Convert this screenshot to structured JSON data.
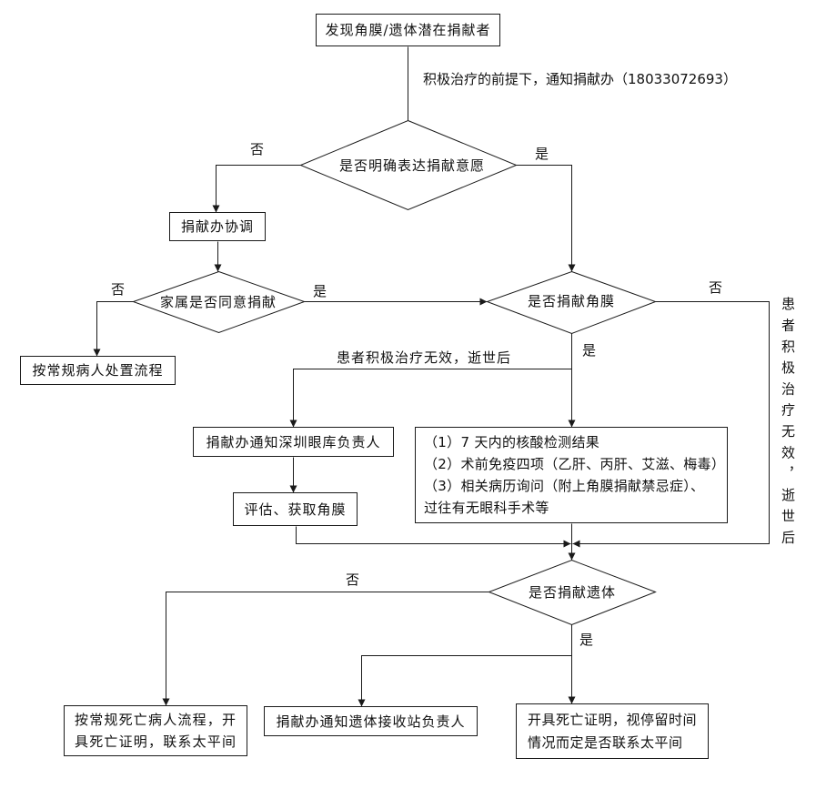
{
  "flowchart": {
    "start": "发现角膜/遗体潜在捐献者",
    "notify_note": "积极治疗的前提下，通知捐献办（18033072693）",
    "decision_intent": "是否明确表达捐献意愿",
    "coordinate": "捐献办协调",
    "decision_family": "家属是否同意捐献",
    "routine_patient": "按常规病人处置流程",
    "decision_cornea": "是否捐献角膜",
    "after_death_note": "患者积极治疗无效，逝世后",
    "notify_eye_bank": "捐献办通知深圳眼库负责人",
    "assess_cornea": "评估、获取角膜",
    "checklist": [
      "（1）7 天内的核酸检测结果",
      "（2）术前免疫四项（乙肝、丙肝、艾滋、梅毒）",
      "（3）相关病历询问（附上角膜捐献禁忌症）、",
      "过往有无眼科手术等"
    ],
    "side_note": "患者积极治疗无效，逝世后",
    "decision_body": "是否捐献遗体",
    "routine_death": "按常规死亡病人流程，开具死亡证明，联系太平间",
    "notify_body_station": "捐献办通知遗体接收站负责人",
    "death_certificate": "开具死亡证明，视停留时间情况而定是否联系太平间"
  },
  "branch_labels": {
    "intent_no": "否",
    "intent_yes": "是",
    "family_no": "否",
    "family_yes": "是",
    "cornea_no": "否",
    "cornea_yes": "是",
    "body_no": "否",
    "body_yes": "是"
  }
}
